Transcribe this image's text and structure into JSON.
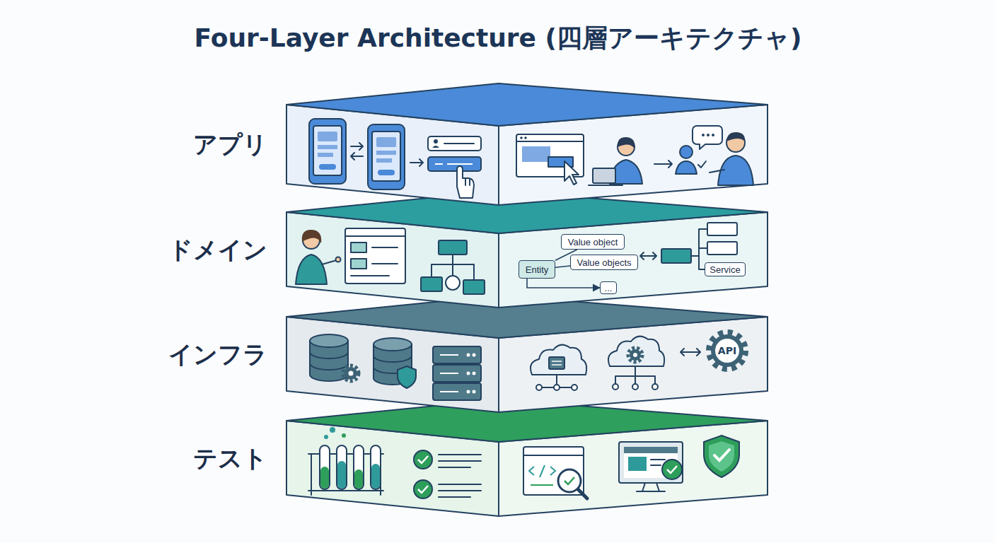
{
  "diagram": {
    "title": "Four-Layer Architecture (四層アーキテクチャ)",
    "nodes": [
      {
        "text": [
          "アプリ"
        ]
      },
      {
        "text": [
          "ドメイン"
        ]
      },
      {
        "text": [
          "インフラ"
        ]
      },
      {
        "text": [
          "テスト"
        ]
      },
      {
        "text": [
          "Entity"
        ],
        "in": 1
      },
      {
        "text": [
          "Value object"
        ],
        "in": 1
      },
      {
        "text": [
          "Value objects"
        ],
        "in": 1
      },
      {
        "text": [
          "..."
        ],
        "in": 1
      },
      {
        "text": [
          "Service"
        ],
        "in": 1
      }
    ],
    "edges": [
      {
        "from": 4,
        "to": 5,
        "arrow": "none"
      },
      {
        "from": 4,
        "to": 6,
        "arrow": "none"
      },
      {
        "from": 4,
        "to": 7,
        "arrow": "to"
      }
    ],
    "labels": [
      "API"
    ]
  }
}
